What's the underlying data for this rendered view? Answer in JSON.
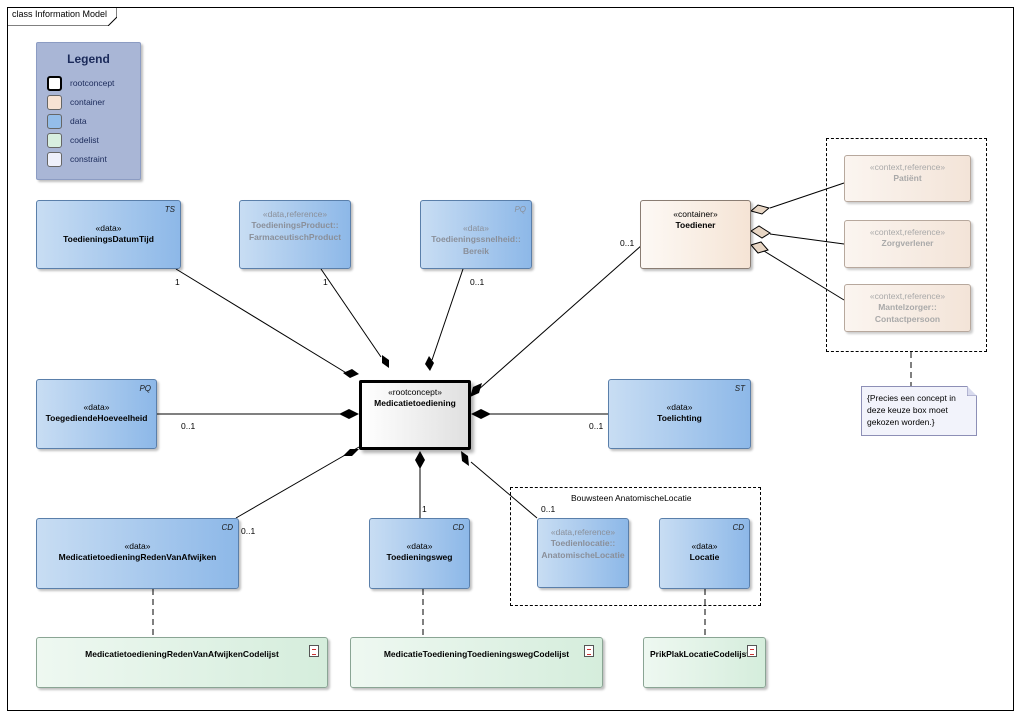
{
  "diagram": {
    "frame_label": "class Information Model"
  },
  "legend": {
    "title": "Legend",
    "items": [
      {
        "label": "rootconcept",
        "color": "#ffffff"
      },
      {
        "label": "container",
        "color": "#f7e3d4"
      },
      {
        "label": "data",
        "color": "#94bde9"
      },
      {
        "label": "codelist",
        "color": "#d8efe0"
      },
      {
        "label": "constraint",
        "color": "#eef0fb"
      }
    ]
  },
  "nodes": {
    "root": {
      "stereotype": "«rootconcept»",
      "name": "Medicatietoediening"
    },
    "datum_tijd": {
      "stereotype": "«data»",
      "name": "ToedieningsDatumTijd",
      "tag": "TS"
    },
    "farmaceutisch": {
      "stereotype": "«data,reference»",
      "name1": "ToedieningsProduct::",
      "name2": "FarmaceutischProduct"
    },
    "snelheid": {
      "stereotype": "«data»",
      "name1": "Toedieningssnelheid::",
      "name2": "Bereik",
      "tag": "PQ"
    },
    "toediener": {
      "stereotype": "«container»",
      "name": "Toediener"
    },
    "patient": {
      "stereotype": "«context,reference»",
      "name": "Patiënt"
    },
    "zorgverlener": {
      "stereotype": "«context,reference»",
      "name": "Zorgverlener"
    },
    "mantelzorger": {
      "stereotype": "«context,reference»",
      "name1": "Mantelzorger::",
      "name2": "Contactpersoon"
    },
    "hoeveelheid": {
      "stereotype": "«data»",
      "name": "ToegediendeHoeveelheid",
      "tag": "PQ"
    },
    "toelichting": {
      "stereotype": "«data»",
      "name": "Toelichting",
      "tag": "ST"
    },
    "reden": {
      "stereotype": "«data»",
      "name": "MedicatietoedieningRedenVanAfwijken",
      "tag": "CD"
    },
    "weg": {
      "stereotype": "«data»",
      "name": "Toedieningsweg",
      "tag": "CD"
    },
    "toedienlocatie": {
      "stereotype": "«data,reference»",
      "name1": "Toedienlocatie::",
      "name2": "AnatomischeLocatie"
    },
    "locatie": {
      "stereotype": "«data»",
      "name": "Locatie",
      "tag": "CD"
    },
    "reden_codelijst": {
      "name": "MedicatietoedieningRedenVanAfwijkenCodelijst"
    },
    "weg_codelijst": {
      "name": "MedicatieToedieningToedieningswegCodelijst"
    },
    "prikplak_codelijst": {
      "name": "PrikPlakLocatieCodelijst"
    }
  },
  "group": {
    "title": "Bouwsteen AnatomischeLocatie"
  },
  "note": {
    "text": "{Precies een concept in deze keuze box moet gekozen worden.}"
  },
  "multiplicities": {
    "datum_tijd": "1",
    "farmaceutisch": "1",
    "snelheid": "0..1",
    "toediener": "0..1",
    "hoeveelheid": "0..1",
    "toelichting": "0..1",
    "reden": "0..1",
    "weg": "1",
    "toedienlocatie": "0..1"
  }
}
